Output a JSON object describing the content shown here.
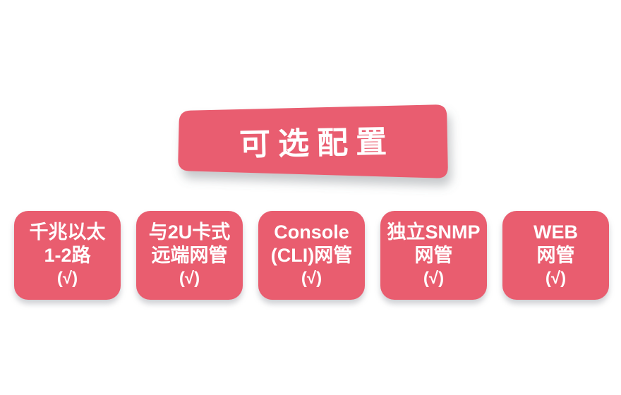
{
  "page": {
    "background_color": "#ffffff",
    "accent_color": "#e95d6f",
    "text_color": "#ffffff"
  },
  "banner": {
    "title": "可选配置"
  },
  "cards": [
    {
      "lines": [
        "千兆以太",
        "1-2路",
        "(√)"
      ]
    },
    {
      "lines": [
        "与2U卡式",
        "远端网管",
        "(√)"
      ]
    },
    {
      "lines": [
        "Console",
        "(CLI)网管",
        "(√)"
      ]
    },
    {
      "lines": [
        "独立SNMP",
        "网管",
        "(√)"
      ]
    },
    {
      "lines": [
        "WEB",
        "网管",
        "(√)"
      ]
    }
  ]
}
